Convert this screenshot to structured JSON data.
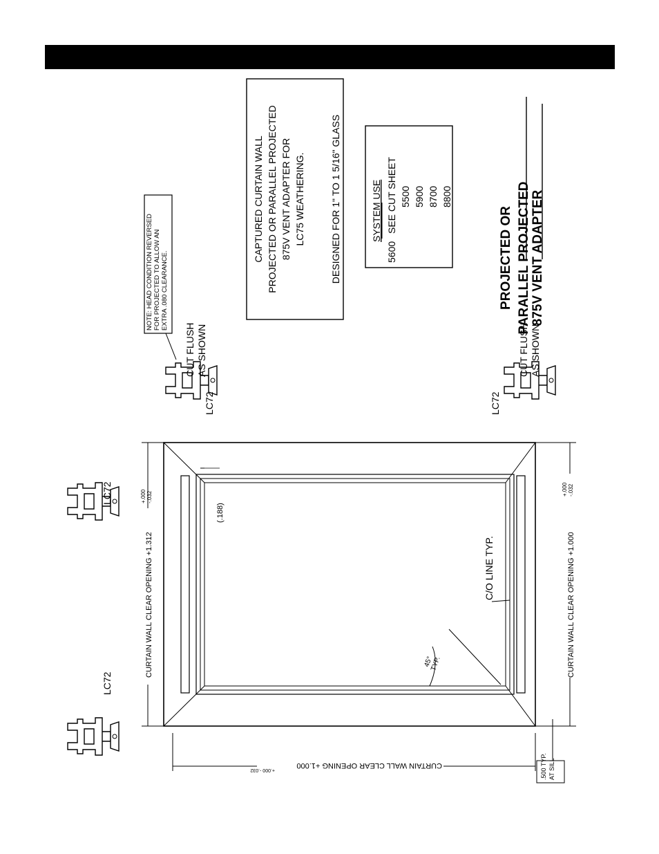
{
  "title_bar": {
    "color": "#000000"
  },
  "title_block": {
    "line1": "PROJECTED OR",
    "line2": "PARALLEL PROJECTED",
    "line3": "875V VENT ADAPTER"
  },
  "description_box": {
    "lines": [
      "CAPTURED CURTAIN WALL",
      "PROJECTED OR PARALLEL PROJECTED",
      "875V VENT ADAPTER FOR",
      "LC75 WEATHERING.",
      "",
      "DESIGNED FOR 1\" TO 1 5/16\" GLASS"
    ]
  },
  "system_box": {
    "header": "SYSTEM USE",
    "row1_system": "5600",
    "row1_text": "SEE CUT SHEET",
    "systems": [
      "5500",
      "5900",
      "8700",
      "8800"
    ]
  },
  "note_box": {
    "lines": [
      "NOTE: HEAD CONDITION REVERSED",
      "FOR PROJECTED TO ALLOW AN",
      "EXTRA .080 CLEARANCE."
    ]
  },
  "labels": {
    "cut_flush_1": "CUT FLUSH",
    "cut_flush_2": "AS SHOWN",
    "part_lc72": "LC72",
    "dim_top": "CURTAIN WALL CLEAR OPENING +1.312",
    "dim_top_tol_plus": "+.000",
    "dim_top_tol_minus": "-.032",
    "dim_bottom": "CURTAIN WALL CLEAR OPENING +1.000",
    "dim_bottom_tol_plus": "+.000",
    "dim_bottom_tol_minus": "-.032",
    "dim_left": "CURTAIN WALL CLEAR OPENING +1.000",
    "dim_left_tol": "+.000 -.032",
    "gap_188": "(.188)",
    "co_line": "C/O LINE TYP.",
    "angle_1": "45°",
    "angle_2": "TYP.",
    "sill_1": ".500 TYP.",
    "sill_2": "AT SILL"
  }
}
